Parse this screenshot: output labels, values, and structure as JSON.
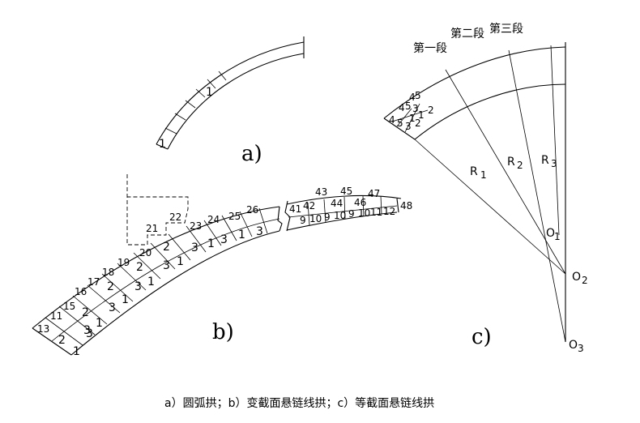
{
  "figure": {
    "caption": "a）圆弧拱；b）变截面悬链线拱；c）等截面悬链线拱",
    "panel_a": {
      "label": "a)",
      "numbers": [
        "1",
        "1"
      ]
    },
    "panel_b": {
      "label": "b)",
      "top_numbers": [
        "21",
        "22",
        "23",
        "24",
        "25",
        "26",
        "41",
        "42",
        "43",
        "44",
        "45",
        "46",
        "47",
        "48"
      ],
      "left_numbers": [
        "20",
        "19",
        "18",
        "17",
        "16",
        "15",
        "11",
        "13"
      ],
      "inner_digits": [
        "2",
        "3",
        "1",
        "3",
        "1",
        "3",
        "1",
        "3",
        "2",
        "3",
        "1",
        "2",
        "3",
        "1",
        "2",
        "3",
        "1",
        "2",
        "3",
        "1",
        "9",
        "10",
        "9",
        "10",
        "9",
        "10",
        "11",
        "12"
      ]
    },
    "panel_c": {
      "label": "c)",
      "segment_labels": [
        "第一段",
        "第二段",
        "第三段"
      ],
      "radii": [
        "R",
        "R",
        "R"
      ],
      "radii_sub": [
        "1",
        "2",
        "3"
      ],
      "centers": [
        "O",
        "O",
        "O"
      ],
      "centers_sub": [
        "1",
        "2",
        "3"
      ],
      "corner_numbers": [
        "4",
        "5",
        "4",
        "5",
        "3",
        "1",
        "2",
        "4",
        "5",
        "3",
        "1",
        "2"
      ]
    }
  }
}
